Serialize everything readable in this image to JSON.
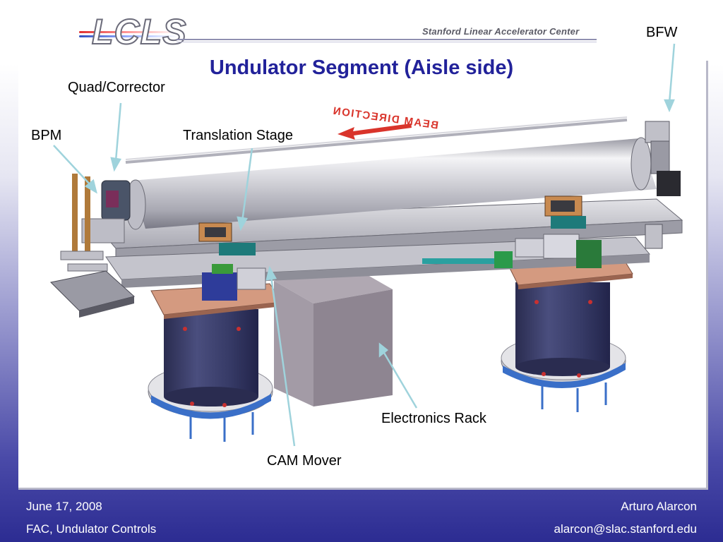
{
  "header": {
    "logo_text": "LCLS",
    "organization": "Stanford Linear Accelerator Center"
  },
  "slide": {
    "title": "Undulator Segment (Aisle side)"
  },
  "diagram": {
    "beam_label": "BEAM DIRECTION",
    "callouts": {
      "bfw": "BFW",
      "quad_corrector": "Quad/Corrector",
      "bpm": "BPM",
      "translation_stage": "Translation Stage",
      "electronics_rack": "Electronics Rack",
      "cam_mover": "CAM Mover"
    },
    "colors": {
      "title": "#22229a",
      "beam_arrow": "#d9342b",
      "callout_line": "#9fd3dc",
      "tank": "#3c3f66",
      "rack": "#8e8591",
      "plate": "#d49a80"
    }
  },
  "footer": {
    "date": "June 17, 2008",
    "subtitle": "FAC, Undulator Controls",
    "author": "Arturo Alarcon",
    "email": "alarcon@slac.stanford.edu"
  }
}
